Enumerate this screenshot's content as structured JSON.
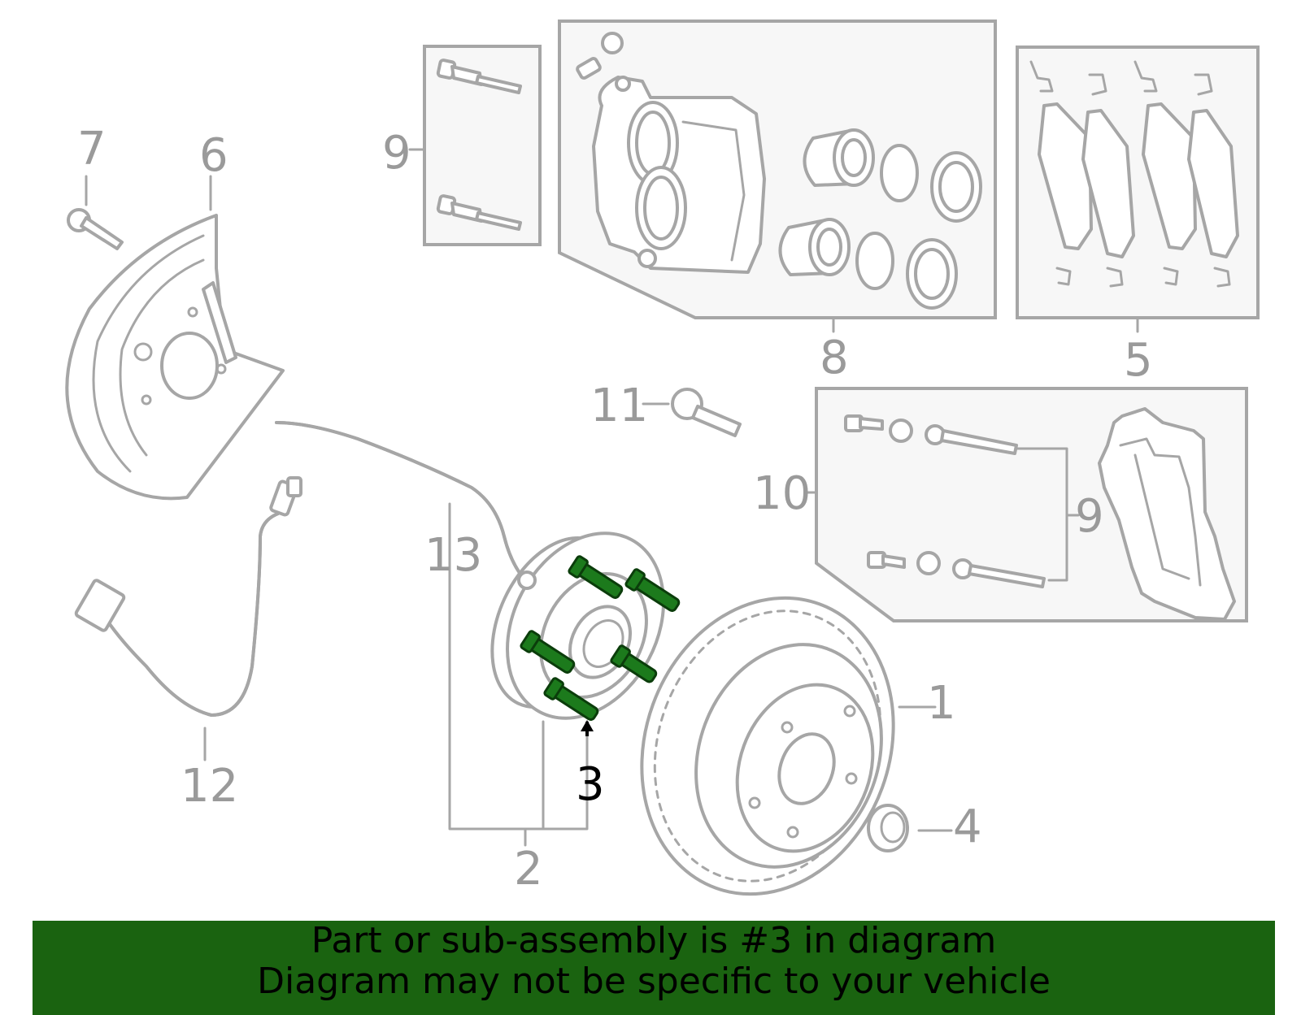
{
  "diagram": {
    "callouts": [
      "1",
      "2",
      "3",
      "4",
      "5",
      "6",
      "7",
      "8",
      "9",
      "9",
      "10",
      "11",
      "12",
      "13"
    ],
    "highlighted_part": "3",
    "highlight_color": "#1a6310",
    "line_color": "#a6a6a6"
  },
  "banner": {
    "line1": "Part or sub-assembly is #3 in diagram",
    "line2": "Diagram may not be specific to your vehicle"
  }
}
